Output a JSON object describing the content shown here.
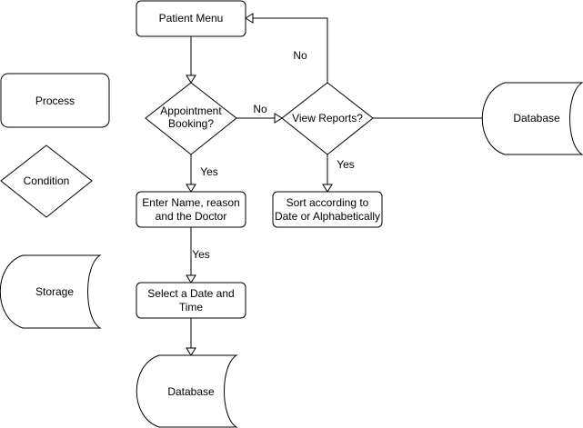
{
  "legend": {
    "process": "Process",
    "condition": "Condition",
    "storage": "Storage"
  },
  "nodes": {
    "patient_menu": "Patient Menu",
    "appointment_booking": [
      "Appointment",
      "Booking?"
    ],
    "view_reports": "View Reports?",
    "database_right": "Database",
    "enter_details": [
      "Enter Name, reason",
      "and the Doctor"
    ],
    "sort_reports": [
      "Sort according to",
      "Date or Alphabetically"
    ],
    "select_date": [
      "Select a Date and",
      "Time"
    ],
    "database_bottom": "Database"
  },
  "edges": {
    "booking_no": "No",
    "reports_no": "No",
    "booking_yes": "Yes",
    "reports_yes": "Yes",
    "details_yes": "Yes"
  }
}
